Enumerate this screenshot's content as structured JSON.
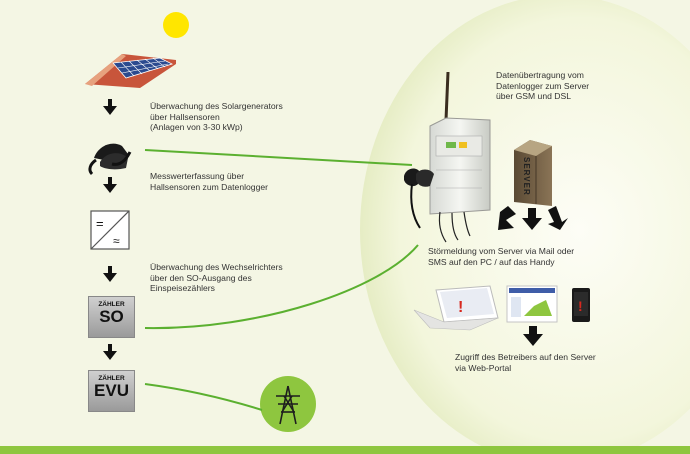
{
  "texts": {
    "solar_monitoring": "Überwachung des Solargenerators\nüber Hallsensoren\n(Anlagen von 3-30 kWp)",
    "measurement": "Messwerterfassung über\nHallsensoren zum Datenlogger",
    "inverter_monitoring": "Überwachung des Wechselrichters\nüber den SO-Ausgang des\nEinspeisezählers",
    "data_transfer": "Datenübertragung vom\nDatenlogger zum Server\nüber GSM und DSL",
    "fault_message": "Störmeldung vom Server via Mail oder\nSMS auf den PC / auf das Handy",
    "operator_access": "Zugriff des Betreibers auf den Server\nvia Web-Portal"
  },
  "meters": {
    "so": {
      "small": "ZÄHLER",
      "big": "SO"
    },
    "evu": {
      "small": "ZÄHLER",
      "big": "EVU"
    }
  },
  "server_label": "SERVER",
  "colors": {
    "background": "#f4f6e4",
    "circle_light": "#fbfbf0",
    "circle_edge": "#dfe8b8",
    "green_line": "#5bb030",
    "bottom_bar": "#8ec63f",
    "sun": "#ffe600",
    "roof": "#c8553b",
    "arrow": "#111111",
    "alert": "#d7281f"
  },
  "icons": [
    "sun-icon",
    "solar-roof-icon",
    "hall-sensor-clamp-icon",
    "inverter-icon",
    "data-logger-icon",
    "server-icon",
    "laptop-alert-icon",
    "web-portal-screen-icon",
    "phone-alert-icon",
    "power-pylon-icon"
  ]
}
